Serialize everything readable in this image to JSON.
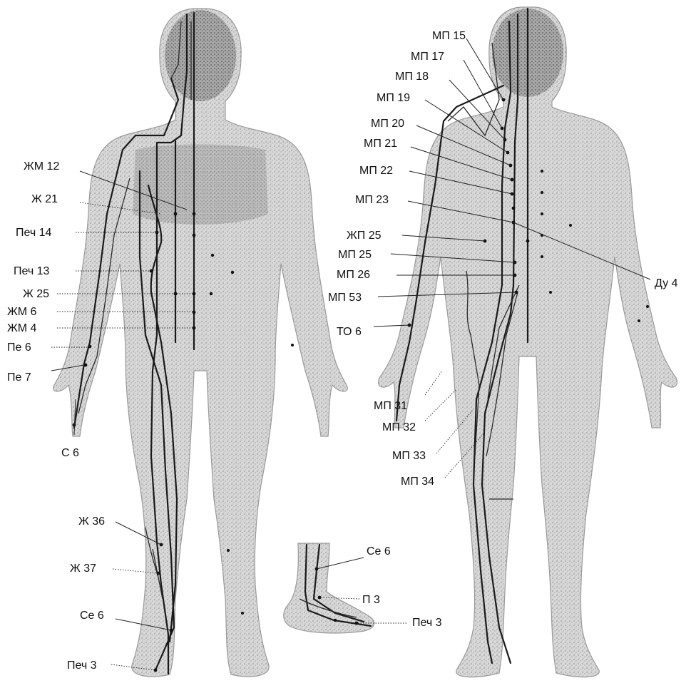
{
  "labels": {
    "front": {
      "zhm12": "ЖМ 12",
      "zh21": "Ж 21",
      "pech14": "Печ 14",
      "pech13": "Печ 13",
      "zh25": "Ж 25",
      "zhm6": "ЖМ 6",
      "zhm4": "ЖМ 4",
      "pe6": "Пе 6",
      "pe7": "Пе 7",
      "s6": "С 6",
      "zh36": "Ж 36",
      "zh37": "Ж 37",
      "se6": "Се 6",
      "pech3": "Печ 3"
    },
    "back": {
      "mp15": "МП 15",
      "mp17": "МП 17",
      "mp18": "МП 18",
      "mp19": "МП 19",
      "mp20": "МП 20",
      "mp21": "МП 21",
      "mp22": "МП 22",
      "mp23": "МП 23",
      "zhp25": "ЖП 25",
      "mp25": "МП 25",
      "mp26": "МП 26",
      "mp53": "МП 53",
      "to6": "ТО 6",
      "du4": "Ду 4",
      "mp31": "МП 31",
      "mp32": "МП 32",
      "mp33": "МП 33",
      "mp34": "МП 34"
    },
    "foot": {
      "se6": "Се 6",
      "p3": "П 3",
      "pech3": "Печ 3"
    }
  },
  "colors": {
    "ink": "#111111",
    "stipple": "#8c8c8c"
  }
}
